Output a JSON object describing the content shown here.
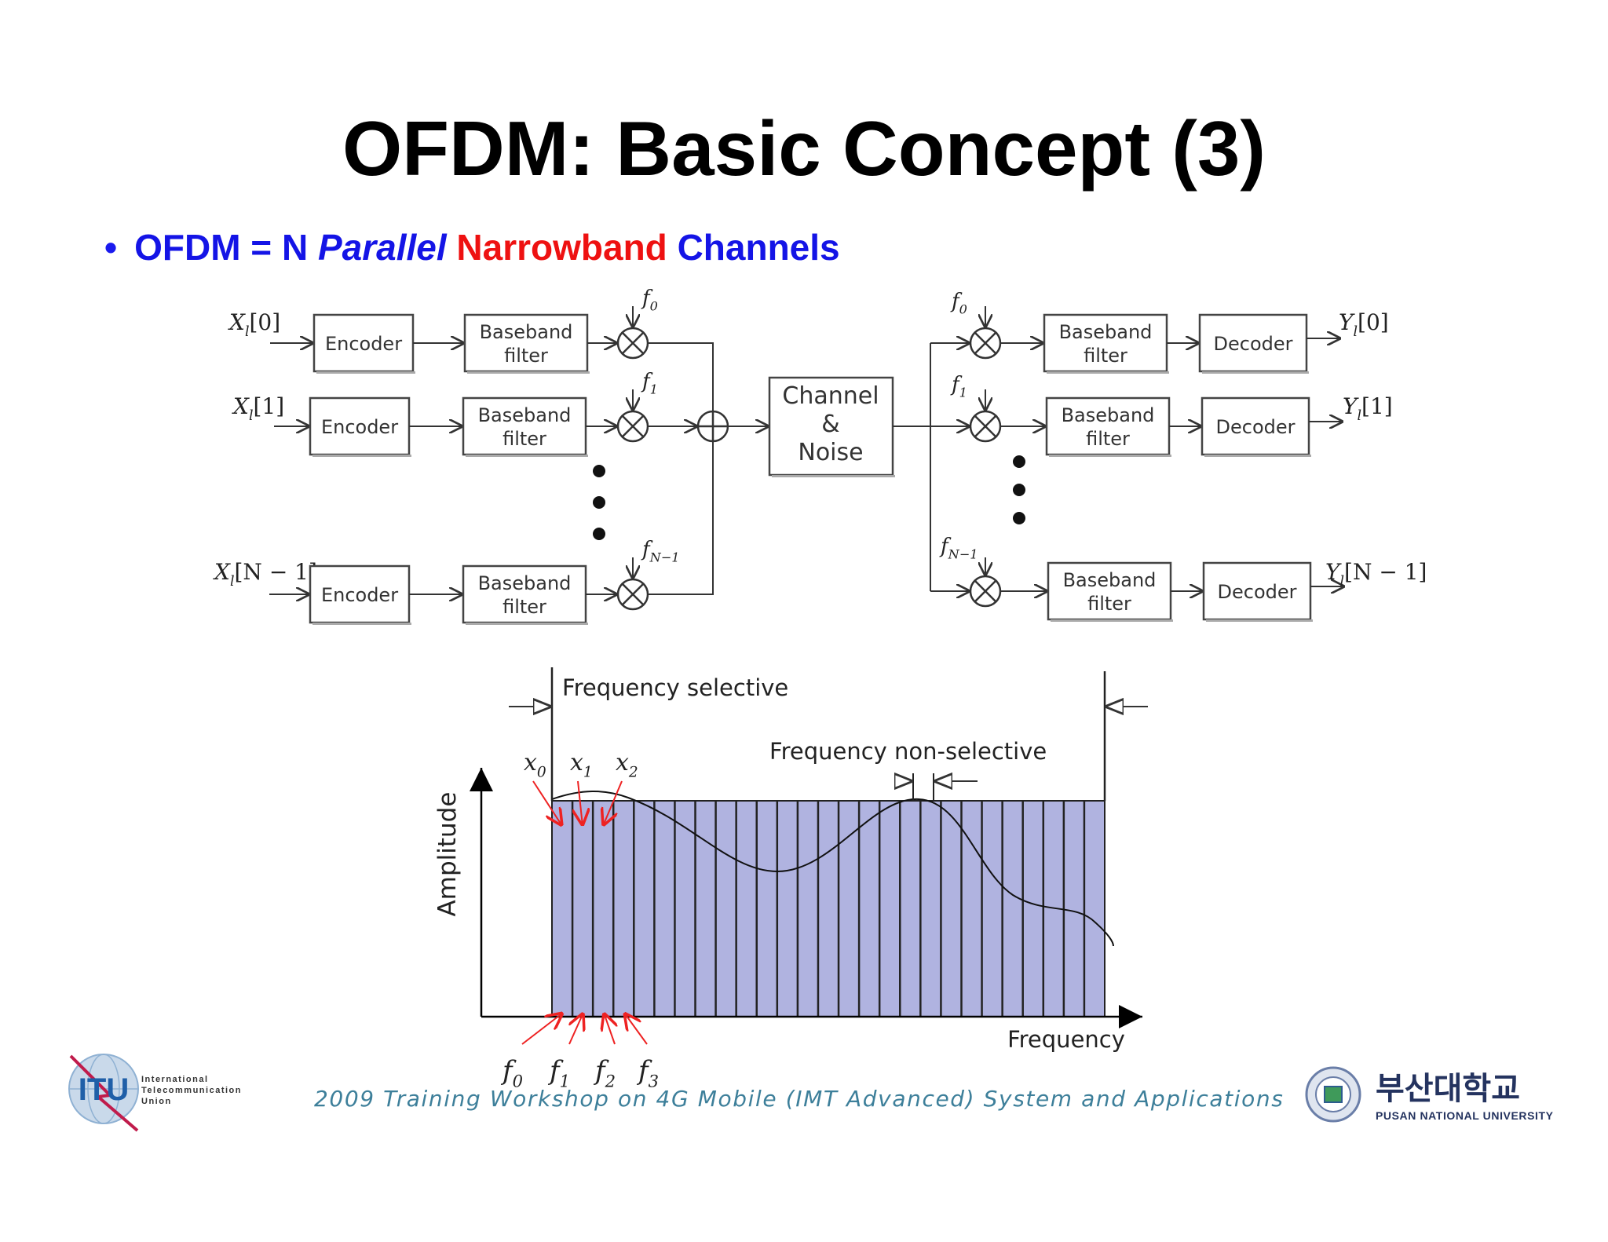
{
  "title": "OFDM: Basic Concept (3)",
  "bullet": {
    "prefix": "OFDM = N ",
    "italic": "Parallel",
    "red": "Narrowband",
    "suffix": " Channels"
  },
  "transmitter": {
    "inputs": [
      "X",
      "X",
      "X"
    ],
    "input_subscript": "l",
    "input_indices": [
      "[0]",
      "[1]",
      "[N − 1]"
    ],
    "encoder_label": "Encoder",
    "filter_label_top": "Baseband",
    "filter_label_bottom": "filter",
    "carriers": [
      "f",
      "f",
      "f"
    ],
    "carrier_subscripts": [
      "0",
      "1",
      "N−1"
    ]
  },
  "channel": {
    "line1": "Channel",
    "line2": "&",
    "line3": "Noise"
  },
  "receiver": {
    "outputs": [
      "Y",
      "Y",
      "Y"
    ],
    "output_subscript": "l",
    "output_indices": [
      "[0]",
      "[1]",
      "[N − 1]"
    ],
    "decoder_label": "Decoder",
    "filter_label_top": "Baseband",
    "filter_label_bottom": "filter",
    "carriers": [
      "f",
      "f",
      "f"
    ],
    "carrier_subscripts": [
      "0",
      "1",
      "N−1"
    ]
  },
  "spectrum": {
    "freq_selective": "Frequency selective",
    "freq_non_selective": "Frequency non-selective",
    "y_axis": "Amplitude",
    "x_axis": "Frequency",
    "symbols": [
      "x",
      "x",
      "x"
    ],
    "symbol_subscripts": [
      "0",
      "1",
      "2"
    ],
    "carriers": [
      "f",
      "f",
      "f",
      "f"
    ],
    "carrier_subscripts": [
      "0",
      "1",
      "2",
      "3"
    ],
    "subcarrier_count": 27
  },
  "footer": "2009 Training Workshop on 4G Mobile (IMT Advanced) System and Applications",
  "logos": {
    "itu_abbr": "ITU",
    "itu_lines": [
      "International",
      "Telecommunication",
      "Union"
    ],
    "pnu_korean": "부산대학교",
    "pnu_english": "PUSAN NATIONAL UNIVERSITY"
  },
  "colors": {
    "blue": "#1414e6",
    "red": "#ee1111",
    "band_fill": "#b0b3e0",
    "footer": "#3d7f9a"
  }
}
